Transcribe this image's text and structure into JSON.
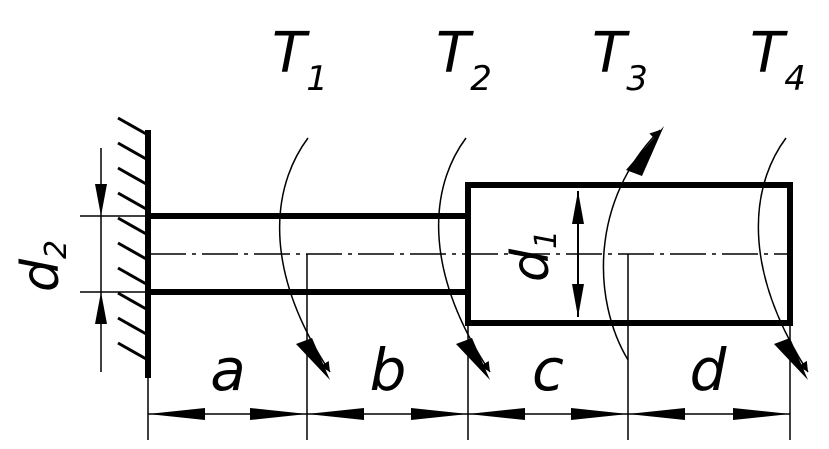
{
  "torques": [
    {
      "label": "T",
      "sub": "1"
    },
    {
      "label": "T",
      "sub": "2"
    },
    {
      "label": "T",
      "sub": "3"
    },
    {
      "label": "T",
      "sub": "4"
    }
  ],
  "segments": [
    "a",
    "b",
    "c",
    "d"
  ],
  "diameters": [
    {
      "label": "d",
      "sub": "2"
    },
    {
      "label": "d",
      "sub": "1"
    }
  ],
  "colors": {
    "stroke": "#000000",
    "background": "#ffffff"
  }
}
